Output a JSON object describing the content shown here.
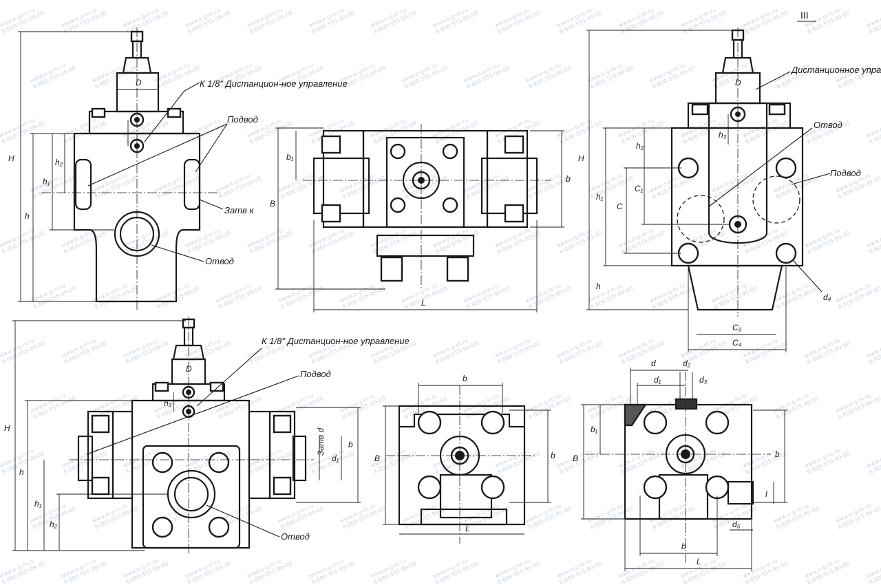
{
  "sheet": {
    "page_mark": "III",
    "watermark": {
      "site": "www.o-g-m.ru",
      "phone": "8-800-555-99-00"
    }
  },
  "views": {
    "top_left": {
      "remote_control": "К 1/8\" Дистанцион-ное управление",
      "supply": "Подвод",
      "plug": "Затв к",
      "outlet": "Отвод",
      "dims": {
        "H": "H",
        "h": "h",
        "h1": "h₁",
        "h2": "h₂",
        "D": "D"
      }
    },
    "top_middle": {
      "dims": {
        "B": "B",
        "b": "b",
        "b1": "b₁",
        "L": "L"
      }
    },
    "top_right": {
      "remote_control": "Дистанционное управление",
      "outlet": "Отвод",
      "supply": "Подвод",
      "dims": {
        "H": "H",
        "h": "h",
        "h1": "h₁",
        "h2": "h₂",
        "h3": "h₃",
        "C": "C",
        "C1": "C₁",
        "C3": "C₃",
        "C4": "C₄",
        "d4": "d₄",
        "D": "D"
      }
    },
    "bottom_left": {
      "remote_control": "К 1/8\" Дистанцион-ное управление",
      "supply": "Подвод",
      "plug": "Затв d",
      "outlet": "Отвод",
      "dims": {
        "H": "H",
        "h": "h",
        "h1": "h₁",
        "h2": "h₂",
        "h3": "h₃",
        "D": "D",
        "b": "b",
        "d1": "d₁"
      }
    },
    "bottom_middle": {
      "dims": {
        "B": "B",
        "b_top": "b",
        "b_side": "b",
        "L": "L"
      }
    },
    "bottom_right": {
      "dims": {
        "d": "d",
        "d1": "d₁",
        "d2": "d₂",
        "d3": "d₃",
        "d5": "d₅",
        "b1": "b₁",
        "B": "B",
        "b_side": "b",
        "b_bottom": "b",
        "L": "L",
        "l": "l"
      }
    }
  }
}
